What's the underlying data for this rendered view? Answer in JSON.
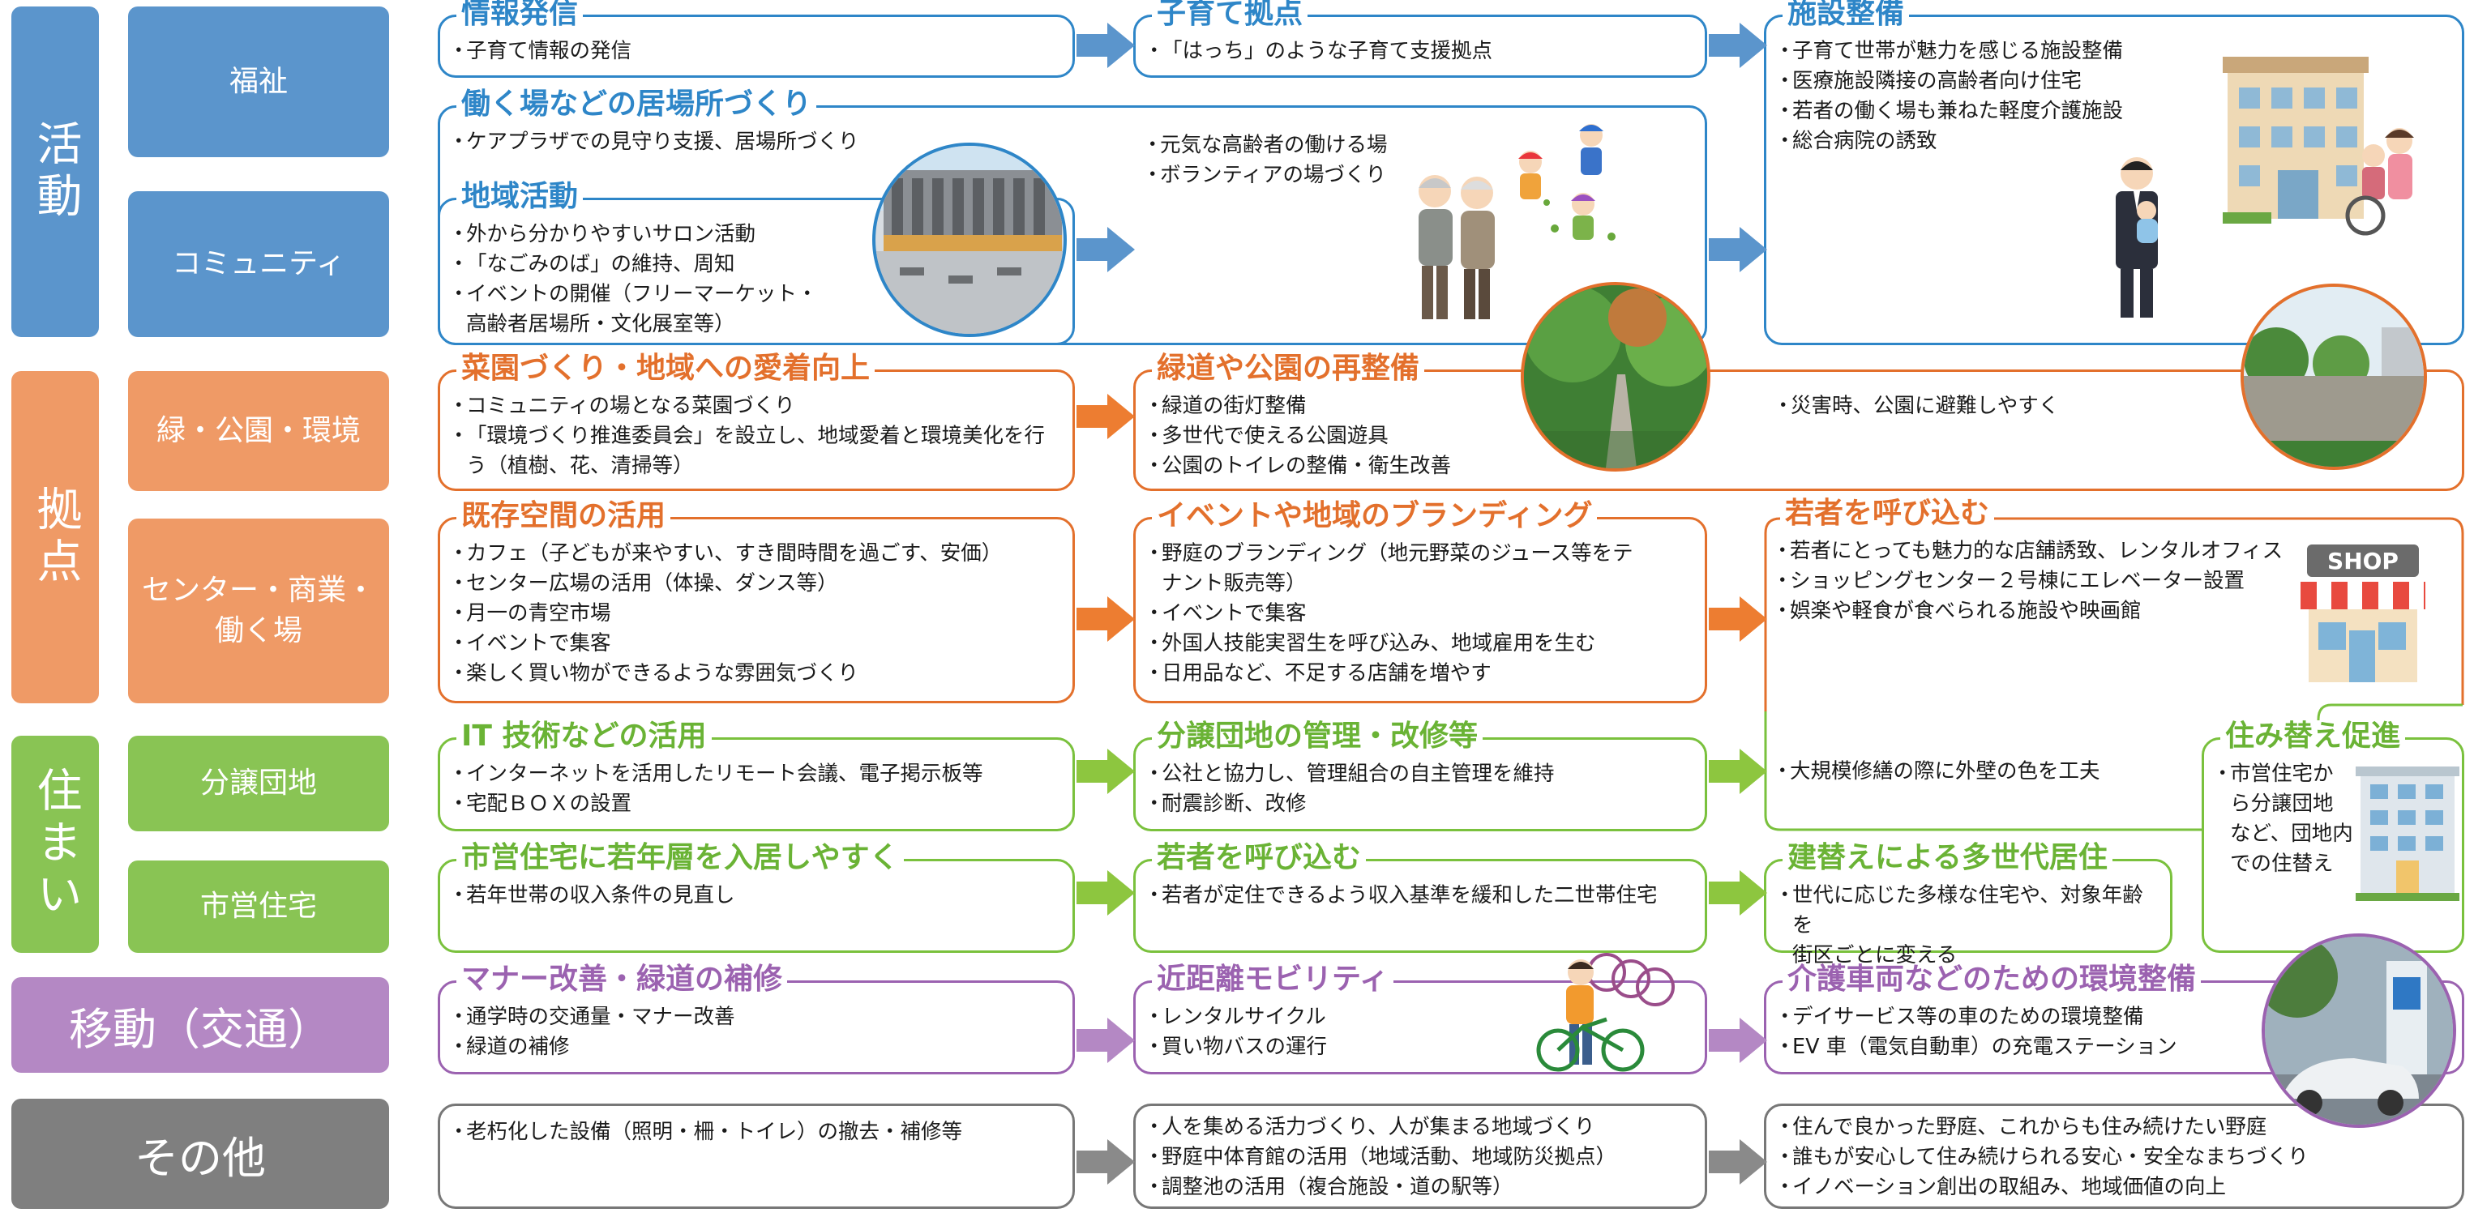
{
  "categories": [
    {
      "id": "katsudo",
      "label": "活動",
      "color": "#5b95cc"
    },
    {
      "id": "kyoten",
      "label": "拠点",
      "color": "#ef9a66"
    },
    {
      "id": "sumai",
      "label": "住まい",
      "color": "#89c454"
    },
    {
      "id": "ido",
      "label": "移動（交通）",
      "color": "#b488c4"
    },
    {
      "id": "sonota",
      "label": "その他",
      "color": "#7f7f7f"
    }
  ],
  "subcategories": [
    "福祉",
    "コミュニティ",
    "緑・公園・環境",
    "センター・商業・\n働く場",
    "分譲団地",
    "市営住宅"
  ],
  "boxes": {
    "b1": {
      "title": "情報発信",
      "items": [
        "子育て情報の発信"
      ]
    },
    "b2": {
      "title": "子育て拠点",
      "items": [
        "「はっち」のような子育て支援拠点"
      ]
    },
    "b3": {
      "title": "施設整備",
      "items": [
        "子育て世帯が魅力を感じる施設整備",
        "医療施設隣接の高齢者向け住宅",
        "若者の働く場も兼ねた軽度介護施設",
        "総合病院の誘致"
      ]
    },
    "b4": {
      "title": "働く場などの居場所づくり",
      "items": [
        "ケアプラザでの見守り支援、居場所づくり"
      ],
      "items2": [
        "元気な高齢者の働ける場",
        "ボランティアの場づくり"
      ]
    },
    "b5": {
      "title": "地域活動",
      "items": [
        "外から分かりやすいサロン活動",
        "「なごみのば」の維持、周知",
        "イベントの開催（フリーマーケット・\n高齢者居場所・文化展室等）"
      ]
    },
    "b6": {
      "title": "菜園づくり・地域への愛着向上",
      "items": [
        "コミュニティの場となる菜園づくり",
        "「環境づくり推進委員会」を設立し、地域愛着と環境美化を行\nう（植樹、花、清掃等）"
      ]
    },
    "b7": {
      "title": "緑道や公園の再整備",
      "items": [
        "緑道の街灯整備",
        "多世代で使える公園遊具",
        "公園のトイレの整備・衛生改善"
      ],
      "items2": [
        "災害時、公園に避難しやすく"
      ]
    },
    "b8": {
      "title": "既存空間の活用",
      "items": [
        "カフェ（子どもが来やすい、すき間時間を過ごす、安価）",
        "センター広場の活用（体操、ダンス等）",
        "月一の青空市場",
        "イベントで集客",
        "楽しく買い物ができるような雰囲気づくり"
      ]
    },
    "b9": {
      "title": "イベントや地域のブランディング",
      "items": [
        "野庭のブランディング（地元野菜のジュース等をテ\nナント販売等）",
        "イベントで集客",
        "外国人技能実習生を呼び込み、地域雇用を生む",
        "日用品など、不足する店舗を増やす"
      ]
    },
    "b10": {
      "title": "若者を呼び込む",
      "items": [
        "若者にとっても魅力的な店舗誘致、レンタルオフィス",
        "ショッピングセンター２号棟にエレベーター設置",
        "娯楽や軽食が食べられる施設や映画館"
      ]
    },
    "b11": {
      "title": "IT 技術などの活用",
      "items": [
        "インターネットを活用したリモート会議、電子掲示板等",
        "宅配ＢＯＸの設置"
      ]
    },
    "b12": {
      "title": "分譲団地の管理・改修等",
      "items": [
        "公社と協力し、管理組合の自主管理を維持",
        "耐震診断、改修"
      ]
    },
    "b13": {
      "items": [
        "大規模修繕の際に外壁の色を工夫"
      ]
    },
    "b14": {
      "title": "住み替え促進",
      "items": [
        "市営住宅か\nら分譲団地\nなど、団地内\nでの住替え"
      ]
    },
    "b15": {
      "title": "市営住宅に若年層を入居しやすく",
      "items": [
        "若年世帯の収入条件の見直し"
      ]
    },
    "b16": {
      "title": "若者を呼び込む",
      "items": [
        "若者が定住できるよう収入基準を緩和した二世帯住宅"
      ]
    },
    "b17": {
      "title": "建替えによる多世代居住",
      "items": [
        "世代に応じた多様な住宅や、対象年齢を\n街区ごとに変える"
      ]
    },
    "b18": {
      "title": "マナー改善・緑道の補修",
      "items": [
        "通学時の交通量・マナー改善",
        "緑道の補修"
      ]
    },
    "b19": {
      "title": "近距離モビリティ",
      "items": [
        "レンタルサイクル",
        "買い物バスの運行"
      ]
    },
    "b20": {
      "title": "介護車両などのための環境整備",
      "items": [
        "デイサービス等の車のための環境整備",
        "EV 車（電気自動車）の充電ステーション"
      ]
    },
    "b21": {
      "items": [
        "老朽化した設備（照明・柵・トイレ）の撤去・補修等"
      ]
    },
    "b22": {
      "items": [
        "人を集める活力づくり、人が集まる地域づくり",
        "野庭中体育館の活用（地域活動、地域防災拠点）",
        "調整池の活用（複合施設・道の駅等）"
      ]
    },
    "b23": {
      "items": [
        "住んで良かった野庭、これからも住み続けたい野庭",
        "誰もが安心して住み続けられる安心・安全なまちづくり",
        "イノベーション創出の取組み、地域価値の向上"
      ]
    }
  },
  "shop_sign": "SHOP",
  "colors": {
    "blue": "#2e86c8",
    "orange": "#e3702c",
    "green": "#7ac13d",
    "purple": "#9b62b0",
    "gray": "#777777"
  }
}
